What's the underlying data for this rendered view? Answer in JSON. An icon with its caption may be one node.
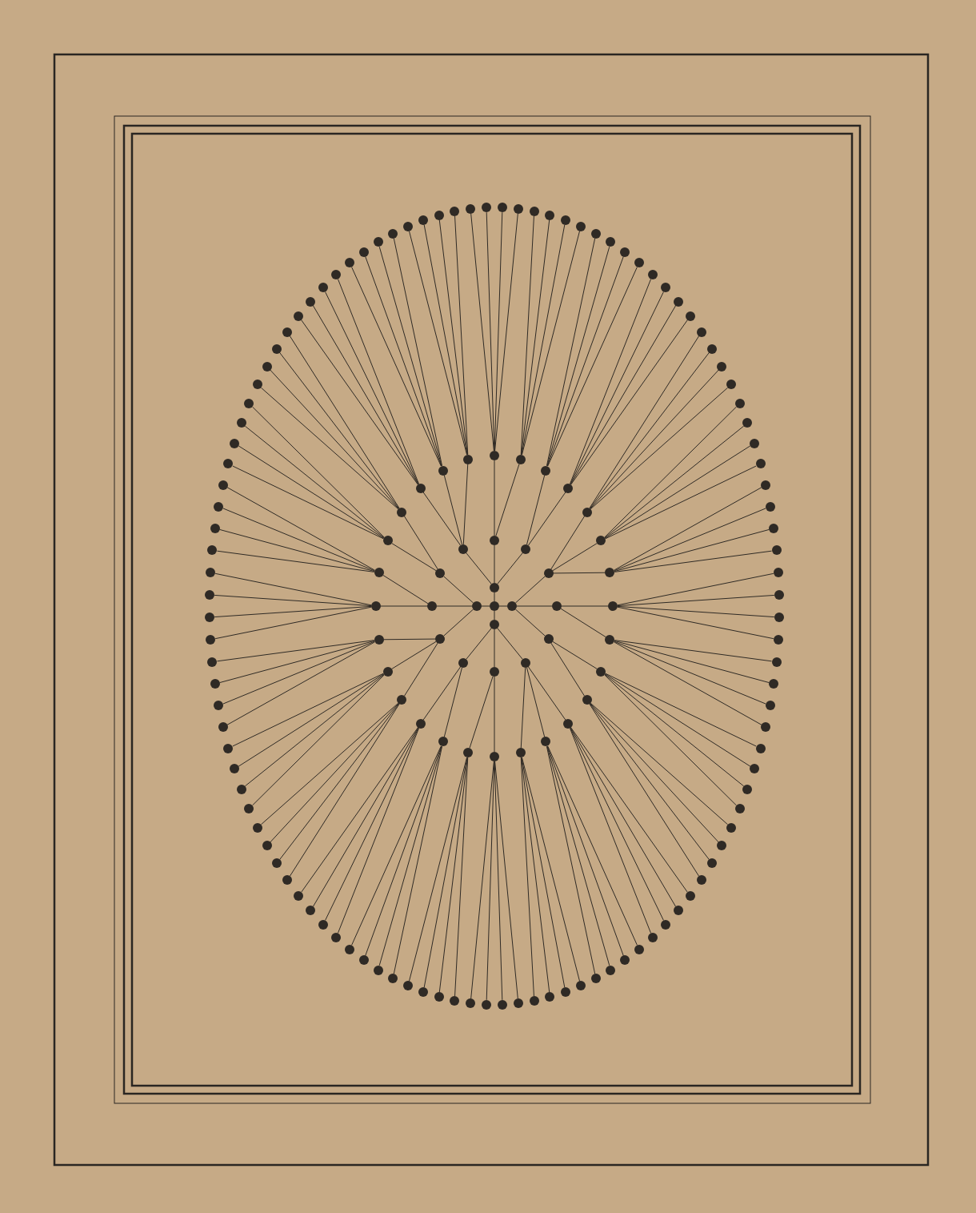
{
  "diagram": {
    "nodes": [
      {
        "text": [],
        "shape": "circle"
      },
      {
        "text": [],
        "shape": "circle"
      },
      {
        "text": [],
        "shape": "circle"
      },
      {
        "text": [],
        "shape": "circle"
      },
      {
        "text": [],
        "shape": "circle"
      },
      {
        "text": [],
        "shape": "circle"
      },
      {
        "text": [],
        "shape": "circle"
      },
      {
        "text": [],
        "shape": "circle"
      },
      {
        "text": [],
        "shape": "circle"
      },
      {
        "text": [],
        "shape": "circle"
      },
      {
        "text": [],
        "shape": "circle"
      },
      {
        "text": [],
        "shape": "circle"
      },
      {
        "text": [],
        "shape": "circle"
      },
      {
        "text": [],
        "shape": "circle"
      },
      {
        "text": [],
        "shape": "circle"
      },
      {
        "text": [],
        "shape": "circle"
      },
      {
        "text": [],
        "shape": "circle"
      },
      {
        "text": [],
        "shape": "circle"
      },
      {
        "text": [],
        "shape": "circle"
      },
      {
        "text": [],
        "shape": "circle"
      },
      {
        "text": [],
        "shape": "circle"
      },
      {
        "text": [],
        "shape": "circle"
      },
      {
        "text": [],
        "shape": "circle"
      },
      {
        "text": [],
        "shape": "circle"
      },
      {
        "text": [],
        "shape": "circle"
      },
      {
        "text": [],
        "shape": "circle"
      },
      {
        "text": [],
        "shape": "circle"
      },
      {
        "text": [],
        "shape": "circle"
      },
      {
        "text": [],
        "shape": "circle"
      },
      {
        "text": [],
        "shape": "circle"
      },
      {
        "text": [],
        "shape": "circle"
      },
      {
        "text": [],
        "shape": "circle"
      },
      {
        "text": [],
        "shape": "circle"
      },
      {
        "text": [],
        "shape": "circle"
      },
      {
        "text": [],
        "shape": "circle"
      },
      {
        "text": [],
        "shape": "circle"
      },
      {
        "text": [],
        "shape": "circle"
      },
      {
        "text": [],
        "shape": "circle"
      },
      {
        "text": [],
        "shape": "circle"
      },
      {
        "text": [],
        "shape": "circle"
      },
      {
        "text": [],
        "shape": "circle"
      },
      {
        "text": [],
        "shape": "circle"
      },
      {
        "text": [],
        "shape": "circle"
      },
      {
        "text": [],
        "shape": "circle"
      },
      {
        "text": [],
        "shape": "circle"
      },
      {
        "text": [],
        "shape": "circle"
      },
      {
        "text": [],
        "shape": "circle"
      },
      {
        "text": [],
        "shape": "circle"
      },
      {
        "text": [],
        "shape": "circle"
      },
      {
        "text": [],
        "shape": "circle"
      },
      {
        "text": [],
        "shape": "circle"
      },
      {
        "text": [],
        "shape": "circle"
      },
      {
        "text": [],
        "shape": "circle"
      },
      {
        "text": [],
        "shape": "circle"
      },
      {
        "text": [],
        "shape": "circle"
      },
      {
        "text": [],
        "shape": "circle"
      },
      {
        "text": [],
        "shape": "circle"
      },
      {
        "text": [],
        "shape": "circle"
      },
      {
        "text": [],
        "shape": "circle"
      },
      {
        "text": [],
        "shape": "circle"
      },
      {
        "text": [],
        "shape": "circle"
      },
      {
        "text": [],
        "shape": "circle"
      },
      {
        "text": [],
        "shape": "circle"
      },
      {
        "text": [],
        "shape": "circle"
      },
      {
        "text": [],
        "shape": "circle"
      },
      {
        "text": [],
        "shape": "circle"
      },
      {
        "text": [],
        "shape": "circle"
      },
      {
        "text": [],
        "shape": "circle"
      },
      {
        "text": [],
        "shape": "circle"
      },
      {
        "text": [],
        "shape": "circle"
      },
      {
        "text": [],
        "shape": "circle"
      },
      {
        "text": [],
        "shape": "circle"
      },
      {
        "text": [],
        "shape": "circle"
      },
      {
        "text": [],
        "shape": "circle"
      },
      {
        "text": [],
        "shape": "circle"
      },
      {
        "text": [],
        "shape": "circle"
      },
      {
        "text": [],
        "shape": "circle"
      },
      {
        "text": [],
        "shape": "circle"
      },
      {
        "text": [],
        "shape": "circle"
      },
      {
        "text": [],
        "shape": "circle"
      },
      {
        "text": [],
        "shape": "circle"
      },
      {
        "text": [],
        "shape": "circle"
      },
      {
        "text": [],
        "shape": "circle"
      },
      {
        "text": [],
        "shape": "circle"
      },
      {
        "text": [],
        "shape": "circle"
      },
      {
        "text": [],
        "shape": "circle"
      },
      {
        "text": [],
        "shape": "circle"
      },
      {
        "text": [],
        "shape": "circle"
      },
      {
        "text": [],
        "shape": "circle"
      },
      {
        "text": [],
        "shape": "circle"
      },
      {
        "text": [],
        "shape": "circle"
      },
      {
        "text": [],
        "shape": "circle"
      },
      {
        "text": [],
        "shape": "circle"
      },
      {
        "text": [],
        "shape": "circle"
      },
      {
        "text": [],
        "shape": "circle"
      },
      {
        "text": [],
        "shape": "circle"
      },
      {
        "text": [],
        "shape": "circle"
      },
      {
        "text": [],
        "shape": "circle"
      },
      {
        "text": [],
        "shape": "circle"
      },
      {
        "text": [],
        "shape": "circle"
      },
      {
        "text": [],
        "shape": "circle"
      },
      {
        "text": [],
        "shape": "circle"
      },
      {
        "text": [],
        "shape": "circle"
      },
      {
        "text": [],
        "shape": "circle"
      },
      {
        "text": [],
        "shape": "circle"
      },
      {
        "text": [],
        "shape": "circle"
      },
      {
        "text": [],
        "shape": "circle"
      },
      {
        "text": [],
        "shape": "circle"
      },
      {
        "text": [],
        "shape": "circle"
      },
      {
        "text": [],
        "shape": "circle"
      },
      {
        "text": [],
        "shape": "circle"
      },
      {
        "text": [],
        "shape": "circle"
      },
      {
        "text": [],
        "shape": "circle"
      },
      {
        "text": [],
        "shape": "circle"
      },
      {
        "text": [],
        "shape": "circle"
      },
      {
        "text": [],
        "shape": "circle"
      },
      {
        "text": [],
        "shape": "circle"
      },
      {
        "text": [],
        "shape": "circle"
      },
      {
        "text": [],
        "shape": "circle"
      },
      {
        "text": [],
        "shape": "circle"
      },
      {
        "text": [],
        "shape": "circle"
      },
      {
        "text": [],
        "shape": "circle"
      },
      {
        "text": [],
        "shape": "circle"
      },
      {
        "text": [],
        "shape": "circle"
      },
      {
        "text": [],
        "shape": "circle"
      },
      {
        "text": [],
        "shape": "circle"
      },
      {
        "text": [],
        "shape": "circle"
      },
      {
        "text": [],
        "shape": "circle"
      },
      {
        "text": [],
        "shape": "circle"
      },
      {
        "text": [],
        "shape": "circle"
      },
      {
        "text": [],
        "shape": "circle"
      },
      {
        "text": [],
        "shape": "circle"
      },
      {
        "text": [],
        "shape": "circle"
      },
      {
        "text": [],
        "shape": "circle"
      },
      {
        "text": [],
        "shape": "circle"
      },
      {
        "text": [],
        "shape": "circle"
      },
      {
        "text": [],
        "shape": "circle"
      },
      {
        "text": [],
        "shape": "circle"
      },
      {
        "text": [],
        "shape": "circle"
      },
      {
        "text": [],
        "shape": "circle"
      },
      {
        "text": [],
        "shape": "circle"
      },
      {
        "text": [],
        "shape": "circle"
      },
      {
        "text": [],
        "shape": "circle"
      },
      {
        "text": [],
        "shape": "circle"
      },
      {
        "text": [],
        "shape": "circle"
      },
      {
        "text": [],
        "shape": "circle"
      },
      {
        "text": [],
        "shape": "circle"
      },
      {
        "text": [],
        "shape": "circle"
      },
      {
        "text": [],
        "shape": "circle"
      },
      {
        "text": [],
        "shape": "circle"
      },
      {
        "text": [],
        "shape": "circle"
      },
      {
        "text": [],
        "shape": "circle"
      },
      {
        "text": [],
        "shape": "circle"
      },
      {
        "text": [],
        "shape": "circle"
      },
      {
        "text": [],
        "shape": "circle"
      },
      {
        "text": [],
        "shape": "circle"
      },
      {
        "text": [],
        "shape": "circle"
      }
    ],
    "edges": [
      {
        "from": 0,
        "to": 1,
        "arrow": "none"
      },
      {
        "from": 0,
        "to": 2,
        "arrow": "none"
      },
      {
        "from": 0,
        "to": 3,
        "arrow": "none"
      },
      {
        "from": 0,
        "to": 4,
        "arrow": "none"
      },
      {
        "from": 1,
        "to": 5,
        "arrow": "none"
      },
      {
        "from": 1,
        "to": 6,
        "arrow": "none"
      },
      {
        "from": 1,
        "to": 7,
        "arrow": "none"
      },
      {
        "from": 2,
        "to": 8,
        "arrow": "none"
      },
      {
        "from": 2,
        "to": 9,
        "arrow": "none"
      },
      {
        "from": 2,
        "to": 10,
        "arrow": "none"
      },
      {
        "from": 3,
        "to": 11,
        "arrow": "none"
      },
      {
        "from": 3,
        "to": 12,
        "arrow": "none"
      },
      {
        "from": 3,
        "to": 13,
        "arrow": "none"
      },
      {
        "from": 4,
        "to": 14,
        "arrow": "none"
      },
      {
        "from": 4,
        "to": 15,
        "arrow": "none"
      },
      {
        "from": 4,
        "to": 16,
        "arrow": "none"
      },
      {
        "from": 5,
        "to": 17,
        "arrow": "none"
      },
      {
        "from": 5,
        "to": 18,
        "arrow": "none"
      },
      {
        "from": 5,
        "to": 19,
        "arrow": "none"
      },
      {
        "from": 6,
        "to": 20,
        "arrow": "none"
      },
      {
        "from": 6,
        "to": 21,
        "arrow": "none"
      },
      {
        "from": 7,
        "to": 22,
        "arrow": "none"
      },
      {
        "from": 7,
        "to": 23,
        "arrow": "none"
      },
      {
        "from": 8,
        "to": 24,
        "arrow": "none"
      },
      {
        "from": 8,
        "to": 25,
        "arrow": "none"
      },
      {
        "from": 8,
        "to": 26,
        "arrow": "none"
      },
      {
        "from": 9,
        "to": 27,
        "arrow": "none"
      },
      {
        "from": 9,
        "to": 28,
        "arrow": "none"
      },
      {
        "from": 10,
        "to": 29,
        "arrow": "none"
      },
      {
        "from": 10,
        "to": 30,
        "arrow": "none"
      },
      {
        "from": 11,
        "to": 31,
        "arrow": "none"
      },
      {
        "from": 11,
        "to": 32,
        "arrow": "none"
      },
      {
        "from": 11,
        "to": 33,
        "arrow": "none"
      },
      {
        "from": 12,
        "to": 34,
        "arrow": "none"
      },
      {
        "from": 12,
        "to": 35,
        "arrow": "none"
      },
      {
        "from": 13,
        "to": 36,
        "arrow": "none"
      },
      {
        "from": 13,
        "to": 37,
        "arrow": "none"
      },
      {
        "from": 14,
        "to": 38,
        "arrow": "none"
      },
      {
        "from": 14,
        "to": 39,
        "arrow": "none"
      },
      {
        "from": 14,
        "to": 40,
        "arrow": "none"
      },
      {
        "from": 15,
        "to": 41,
        "arrow": "none"
      },
      {
        "from": 15,
        "to": 42,
        "arrow": "none"
      },
      {
        "from": 16,
        "to": 43,
        "arrow": "none"
      },
      {
        "from": 16,
        "to": 44,
        "arrow": "none"
      },
      {
        "from": 17,
        "to": 45,
        "arrow": "none"
      },
      {
        "from": 17,
        "to": 46,
        "arrow": "none"
      },
      {
        "from": 17,
        "to": 47,
        "arrow": "none"
      },
      {
        "from": 17,
        "to": 48,
        "arrow": "none"
      },
      {
        "from": 18,
        "to": 49,
        "arrow": "none"
      },
      {
        "from": 18,
        "to": 50,
        "arrow": "none"
      },
      {
        "from": 18,
        "to": 51,
        "arrow": "none"
      },
      {
        "from": 18,
        "to": 52,
        "arrow": "none"
      },
      {
        "from": 19,
        "to": 53,
        "arrow": "none"
      },
      {
        "from": 19,
        "to": 54,
        "arrow": "none"
      },
      {
        "from": 19,
        "to": 55,
        "arrow": "none"
      },
      {
        "from": 19,
        "to": 56,
        "arrow": "none"
      },
      {
        "from": 20,
        "to": 57,
        "arrow": "none"
      },
      {
        "from": 20,
        "to": 58,
        "arrow": "none"
      },
      {
        "from": 20,
        "to": 59,
        "arrow": "none"
      },
      {
        "from": 20,
        "to": 60,
        "arrow": "none"
      },
      {
        "from": 21,
        "to": 61,
        "arrow": "none"
      },
      {
        "from": 21,
        "to": 62,
        "arrow": "none"
      },
      {
        "from": 21,
        "to": 63,
        "arrow": "none"
      },
      {
        "from": 21,
        "to": 64,
        "arrow": "none"
      },
      {
        "from": 22,
        "to": 65,
        "arrow": "none"
      },
      {
        "from": 22,
        "to": 66,
        "arrow": "none"
      },
      {
        "from": 22,
        "to": 67,
        "arrow": "none"
      },
      {
        "from": 22,
        "to": 68,
        "arrow": "none"
      },
      {
        "from": 23,
        "to": 69,
        "arrow": "none"
      },
      {
        "from": 23,
        "to": 70,
        "arrow": "none"
      },
      {
        "from": 23,
        "to": 71,
        "arrow": "none"
      },
      {
        "from": 23,
        "to": 72,
        "arrow": "none"
      },
      {
        "from": 24,
        "to": 73,
        "arrow": "none"
      },
      {
        "from": 24,
        "to": 74,
        "arrow": "none"
      },
      {
        "from": 24,
        "to": 75,
        "arrow": "none"
      },
      {
        "from": 24,
        "to": 76,
        "arrow": "none"
      },
      {
        "from": 25,
        "to": 77,
        "arrow": "none"
      },
      {
        "from": 25,
        "to": 78,
        "arrow": "none"
      },
      {
        "from": 25,
        "to": 79,
        "arrow": "none"
      },
      {
        "from": 25,
        "to": 80,
        "arrow": "none"
      },
      {
        "from": 26,
        "to": 81,
        "arrow": "none"
      },
      {
        "from": 26,
        "to": 82,
        "arrow": "none"
      },
      {
        "from": 26,
        "to": 83,
        "arrow": "none"
      },
      {
        "from": 26,
        "to": 84,
        "arrow": "none"
      },
      {
        "from": 27,
        "to": 85,
        "arrow": "none"
      },
      {
        "from": 27,
        "to": 86,
        "arrow": "none"
      },
      {
        "from": 27,
        "to": 87,
        "arrow": "none"
      },
      {
        "from": 27,
        "to": 88,
        "arrow": "none"
      },
      {
        "from": 28,
        "to": 89,
        "arrow": "none"
      },
      {
        "from": 28,
        "to": 90,
        "arrow": "none"
      },
      {
        "from": 28,
        "to": 91,
        "arrow": "none"
      },
      {
        "from": 28,
        "to": 92,
        "arrow": "none"
      },
      {
        "from": 29,
        "to": 93,
        "arrow": "none"
      },
      {
        "from": 29,
        "to": 94,
        "arrow": "none"
      },
      {
        "from": 29,
        "to": 95,
        "arrow": "none"
      },
      {
        "from": 29,
        "to": 96,
        "arrow": "none"
      },
      {
        "from": 30,
        "to": 97,
        "arrow": "none"
      },
      {
        "from": 30,
        "to": 98,
        "arrow": "none"
      },
      {
        "from": 30,
        "to": 99,
        "arrow": "none"
      },
      {
        "from": 30,
        "to": 100,
        "arrow": "none"
      },
      {
        "from": 31,
        "to": 101,
        "arrow": "none"
      },
      {
        "from": 31,
        "to": 102,
        "arrow": "none"
      },
      {
        "from": 31,
        "to": 103,
        "arrow": "none"
      },
      {
        "from": 31,
        "to": 104,
        "arrow": "none"
      },
      {
        "from": 32,
        "to": 105,
        "arrow": "none"
      },
      {
        "from": 32,
        "to": 106,
        "arrow": "none"
      },
      {
        "from": 32,
        "to": 107,
        "arrow": "none"
      },
      {
        "from": 32,
        "to": 108,
        "arrow": "none"
      },
      {
        "from": 33,
        "to": 109,
        "arrow": "none"
      },
      {
        "from": 33,
        "to": 110,
        "arrow": "none"
      },
      {
        "from": 33,
        "to": 111,
        "arrow": "none"
      },
      {
        "from": 33,
        "to": 112,
        "arrow": "none"
      },
      {
        "from": 34,
        "to": 113,
        "arrow": "none"
      },
      {
        "from": 34,
        "to": 114,
        "arrow": "none"
      },
      {
        "from": 34,
        "to": 115,
        "arrow": "none"
      },
      {
        "from": 34,
        "to": 116,
        "arrow": "none"
      },
      {
        "from": 35,
        "to": 117,
        "arrow": "none"
      },
      {
        "from": 35,
        "to": 118,
        "arrow": "none"
      },
      {
        "from": 35,
        "to": 119,
        "arrow": "none"
      },
      {
        "from": 35,
        "to": 120,
        "arrow": "none"
      },
      {
        "from": 36,
        "to": 121,
        "arrow": "none"
      },
      {
        "from": 36,
        "to": 122,
        "arrow": "none"
      },
      {
        "from": 36,
        "to": 123,
        "arrow": "none"
      },
      {
        "from": 36,
        "to": 124,
        "arrow": "none"
      },
      {
        "from": 37,
        "to": 125,
        "arrow": "none"
      },
      {
        "from": 37,
        "to": 126,
        "arrow": "none"
      },
      {
        "from": 37,
        "to": 127,
        "arrow": "none"
      },
      {
        "from": 37,
        "to": 128,
        "arrow": "none"
      },
      {
        "from": 38,
        "to": 129,
        "arrow": "none"
      },
      {
        "from": 38,
        "to": 130,
        "arrow": "none"
      },
      {
        "from": 38,
        "to": 131,
        "arrow": "none"
      },
      {
        "from": 38,
        "to": 132,
        "arrow": "none"
      },
      {
        "from": 39,
        "to": 133,
        "arrow": "none"
      },
      {
        "from": 39,
        "to": 134,
        "arrow": "none"
      },
      {
        "from": 39,
        "to": 135,
        "arrow": "none"
      },
      {
        "from": 39,
        "to": 136,
        "arrow": "none"
      },
      {
        "from": 40,
        "to": 137,
        "arrow": "none"
      },
      {
        "from": 40,
        "to": 138,
        "arrow": "none"
      },
      {
        "from": 40,
        "to": 139,
        "arrow": "none"
      },
      {
        "from": 40,
        "to": 140,
        "arrow": "none"
      },
      {
        "from": 41,
        "to": 141,
        "arrow": "none"
      },
      {
        "from": 41,
        "to": 142,
        "arrow": "none"
      },
      {
        "from": 41,
        "to": 143,
        "arrow": "none"
      },
      {
        "from": 41,
        "to": 144,
        "arrow": "none"
      },
      {
        "from": 42,
        "to": 145,
        "arrow": "none"
      },
      {
        "from": 42,
        "to": 146,
        "arrow": "none"
      },
      {
        "from": 42,
        "to": 147,
        "arrow": "none"
      },
      {
        "from": 42,
        "to": 148,
        "arrow": "none"
      },
      {
        "from": 43,
        "to": 149,
        "arrow": "none"
      },
      {
        "from": 43,
        "to": 150,
        "arrow": "none"
      },
      {
        "from": 43,
        "to": 151,
        "arrow": "none"
      },
      {
        "from": 43,
        "to": 152,
        "arrow": "none"
      },
      {
        "from": 44,
        "to": 153,
        "arrow": "none"
      },
      {
        "from": 44,
        "to": 154,
        "arrow": "none"
      },
      {
        "from": 44,
        "to": 155,
        "arrow": "none"
      },
      {
        "from": 44,
        "to": 156,
        "arrow": "none"
      }
    ]
  }
}
